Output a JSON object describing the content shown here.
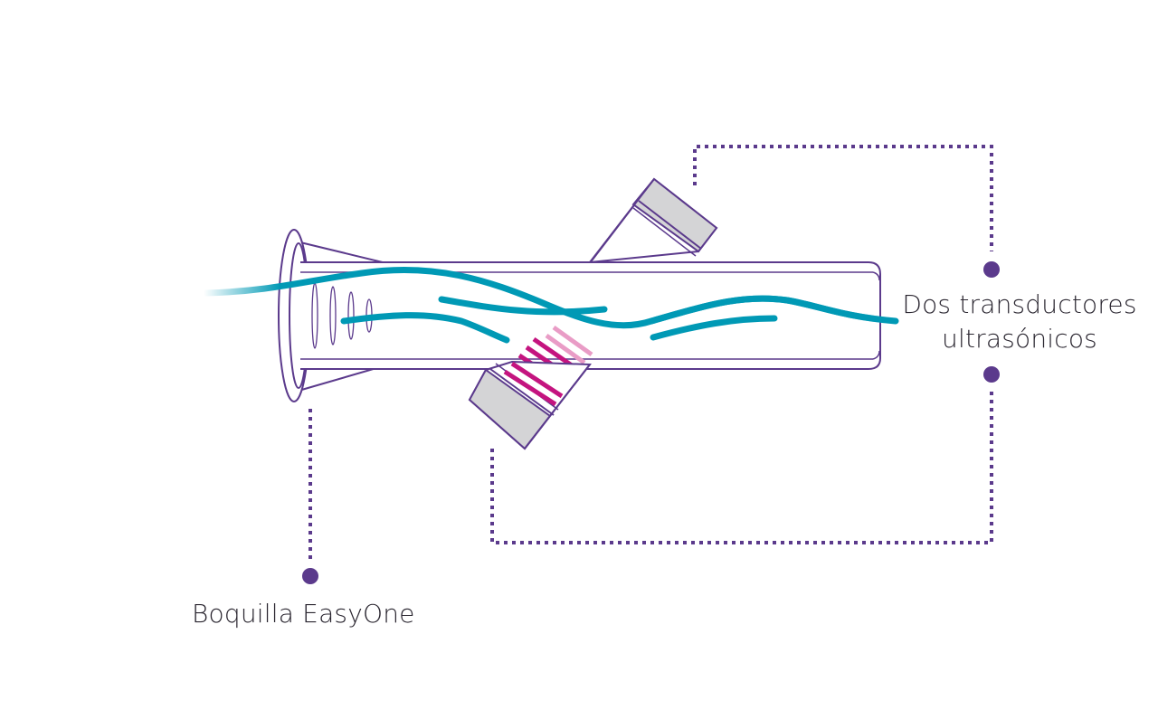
{
  "labels": {
    "transducers_line1": "Dos transductores",
    "transducers_line2": "ultrasónicos",
    "mouthpiece": "Boquilla EasyOne"
  },
  "colors": {
    "outline": "#5b3a8c",
    "callout": "#5b3a8c",
    "flow": "#0099b5",
    "signal": "#c4147f",
    "signal_light": "#e99cc6",
    "cap_fill": "#d4d4d6",
    "text": "#2a2630"
  },
  "icons": {
    "transducer": "ultrasonic-transducer-icon",
    "mouthpiece": "mouthpiece-icon",
    "callout_dot": "callout-dot-icon"
  }
}
